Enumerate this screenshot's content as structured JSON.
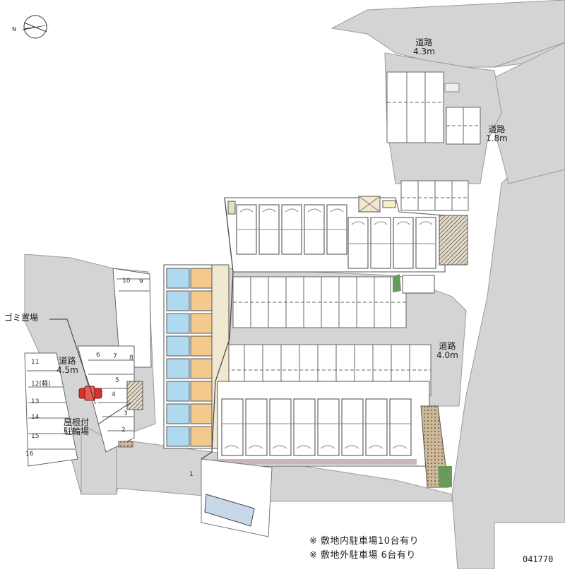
{
  "roads": [
    {
      "line1": "道路",
      "line2": "4.3m"
    },
    {
      "line1": "道路",
      "line2": "1.8m"
    },
    {
      "line1": "道路",
      "line2": "4.0m"
    },
    {
      "line1": "道路",
      "line2": "4.5m"
    }
  ],
  "facilities": {
    "garbage": "ゴミ置場",
    "bike_line1": "屋根付",
    "bike_line2": "駐輪場"
  },
  "parking_numbers": {
    "top_left": [
      "10",
      "9"
    ],
    "mid": [
      "6",
      "7",
      "8"
    ],
    "right_col": [
      "5",
      "4",
      "3",
      "2",
      "1"
    ],
    "left_col": [
      "11",
      "12(軽)",
      "13",
      "14",
      "15",
      "16"
    ]
  },
  "notes": [
    "※ 敷地内駐車場10台有り",
    "※ 敷地外駐車場 6台有り"
  ],
  "property_code": "041770",
  "compass": {
    "label": "N"
  },
  "colors": {
    "road": "#d4d4d4",
    "site": "#ffffff",
    "unit_blue": "#aed9ef",
    "unit_orange": "#f3c98c",
    "car": "#d8322c",
    "lines": "#555555"
  }
}
